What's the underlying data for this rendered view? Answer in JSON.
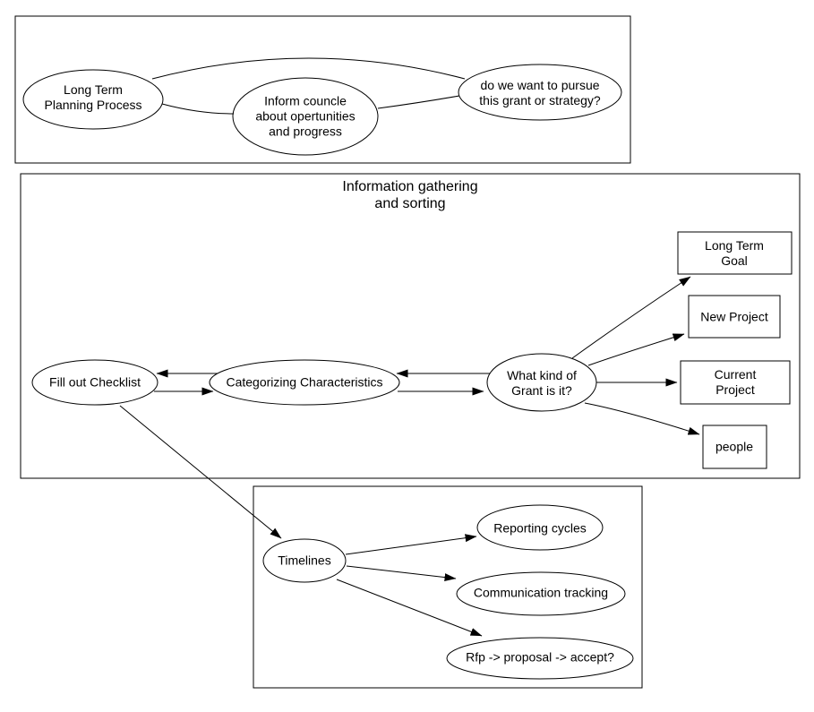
{
  "colors": {
    "stroke": "#000000",
    "background": "#ffffff"
  },
  "clusters": {
    "information": {
      "title": "Information gathering\nand sorting"
    }
  },
  "nodes": {
    "long_term_planning": "Long Term\nPlanning Process",
    "inform_council": "Inform councle\nabout opertunities\nand progress",
    "pursue_grant": "do we want to pursue\nthis grant or strategy?",
    "fill_out_checklist": "Fill out Checklist",
    "categorizing_characteristics": "Categorizing Characteristics",
    "what_kind_of_grant": "What kind of\nGrant is it?",
    "long_term_goal": "Long Term Goal",
    "new_project": "New Project",
    "current_project": "Current Project",
    "people": "people",
    "timelines": "Timelines",
    "reporting_cycles": "Reporting cycles",
    "communication_tracking": "Communication tracking",
    "rfp_proposal_accept": "Rfp -> proposal -> accept?"
  },
  "edges": [
    {
      "from": "long_term_planning",
      "to": "pursue_grant",
      "style": "line"
    },
    {
      "from": "long_term_planning",
      "to": "inform_council",
      "style": "line"
    },
    {
      "from": "inform_council",
      "to": "pursue_grant",
      "style": "line"
    },
    {
      "from": "categorizing_characteristics",
      "to": "fill_out_checklist",
      "style": "arrow"
    },
    {
      "from": "fill_out_checklist",
      "to": "categorizing_characteristics",
      "style": "arrow"
    },
    {
      "from": "what_kind_of_grant",
      "to": "categorizing_characteristics",
      "style": "arrow"
    },
    {
      "from": "categorizing_characteristics",
      "to": "what_kind_of_grant",
      "style": "arrow"
    },
    {
      "from": "what_kind_of_grant",
      "to": "long_term_goal",
      "style": "arrow"
    },
    {
      "from": "what_kind_of_grant",
      "to": "new_project",
      "style": "arrow"
    },
    {
      "from": "what_kind_of_grant",
      "to": "current_project",
      "style": "arrow"
    },
    {
      "from": "what_kind_of_grant",
      "to": "people",
      "style": "arrow"
    },
    {
      "from": "fill_out_checklist",
      "to": "timelines",
      "style": "arrow"
    },
    {
      "from": "timelines",
      "to": "reporting_cycles",
      "style": "arrow"
    },
    {
      "from": "timelines",
      "to": "communication_tracking",
      "style": "arrow"
    },
    {
      "from": "timelines",
      "to": "rfp_proposal_accept",
      "style": "arrow"
    }
  ]
}
